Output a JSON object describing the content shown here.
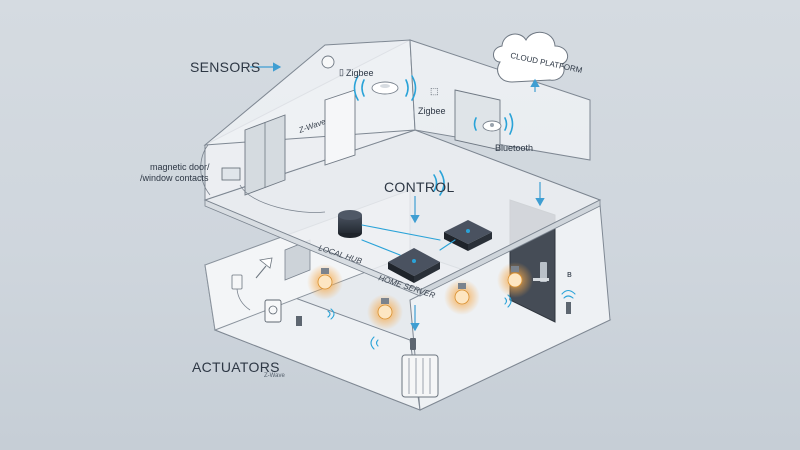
{
  "labels": {
    "sensors": "SENSORS",
    "control": "CONTROL",
    "actuators": "ACTUATORS",
    "actuators_sub": "Z-Wave",
    "cloud": "CLOUD PLATFORM",
    "zigbee_top": "Zigbee",
    "zigbee_mid": "Zigbee",
    "zwave": "Z-Wave",
    "bluetooth": "Bluetooth",
    "magnetic_line1": "magnetic door/",
    "magnetic_line2": "/window contacts",
    "local_hub": "LOCAL HUB",
    "home_server": "HOME SERVER"
  },
  "colors": {
    "accent": "#2aa3d8",
    "bulb_glow": "#f6a94a",
    "device_dark": "#2f3640",
    "background": "#d2d9e0"
  },
  "icons": [
    "cloud-icon",
    "bluetooth-icon",
    "wifi-icon",
    "zigbee-icon",
    "lightbulb-icon",
    "thermostat-icon",
    "radiator-icon",
    "smart-lock-icon",
    "smoke-sensor-icon",
    "wall-switch-icon",
    "desk-lamp-icon"
  ]
}
